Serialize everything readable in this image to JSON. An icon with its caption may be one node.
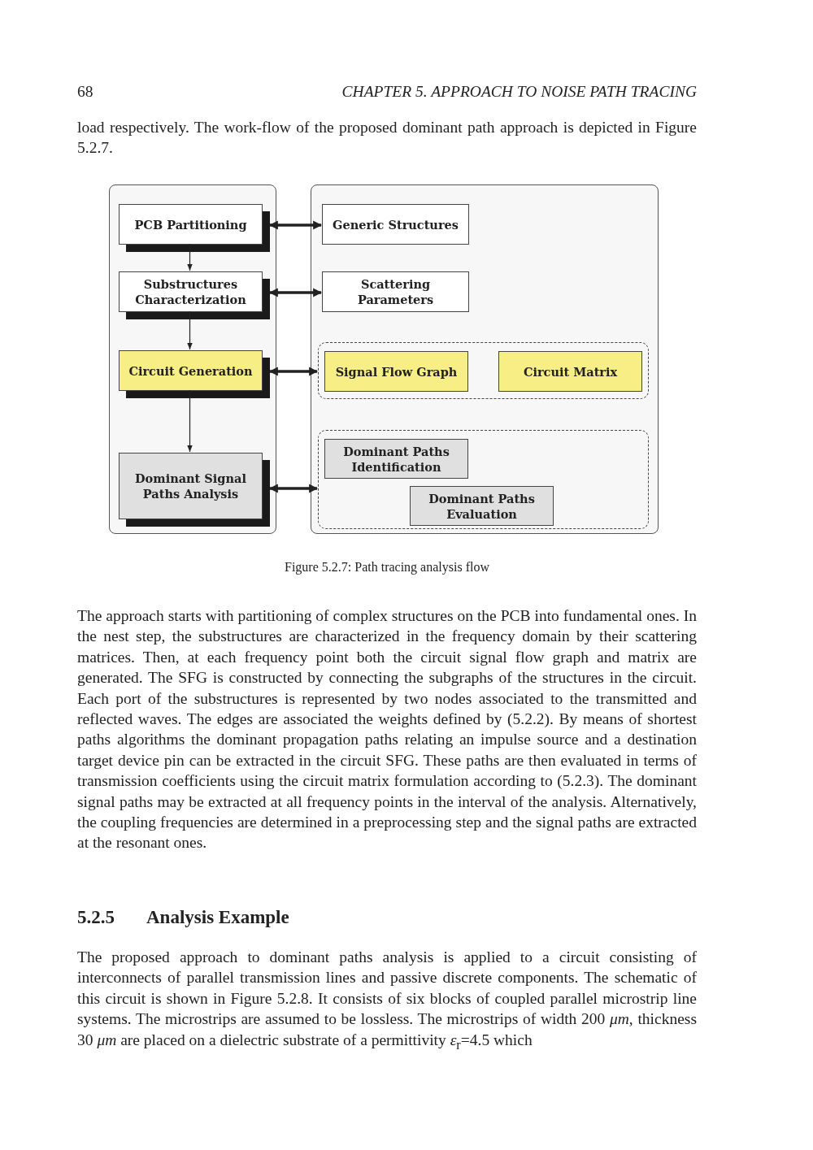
{
  "diagram": {
    "caption": "Figure 5.2.7: Path tracing analysis flow",
    "nodes": [
      {
        "text": [],
        "shape": "box"
      },
      {
        "text": [
          "PCB Partitioning"
        ],
        "in": 0
      },
      {
        "text": [
          "Substructures Characterization"
        ],
        "in": 0
      },
      {
        "text": [
          "Circuit Generation"
        ],
        "in": 0
      },
      {
        "text": [
          "Dominant Signal Paths Analysis"
        ],
        "in": 0
      },
      {
        "text": [],
        "shape": "box"
      },
      {
        "text": [
          "Generic Structures"
        ],
        "in": 5
      },
      {
        "text": [
          "Scattering Parameters"
        ],
        "in": 5
      },
      {
        "text": [],
        "shape": "box",
        "in": 5
      },
      {
        "text": [
          "Signal Flow Graph"
        ],
        "in": 8
      },
      {
        "text": [
          "Circuit Matrix"
        ],
        "in": 8
      },
      {
        "text": [],
        "shape": "box",
        "in": 5
      },
      {
        "text": [
          "Dominant Paths Identification"
        ],
        "in": 11
      },
      {
        "text": [
          "Dominant Paths Evaluation"
        ],
        "in": 11
      }
    ],
    "edges": [
      {
        "from": 1,
        "to": 2,
        "arrow": "to"
      },
      {
        "from": 2,
        "to": 3,
        "arrow": "to"
      },
      {
        "from": 3,
        "to": 4,
        "arrow": "to"
      },
      {
        "from": 1,
        "to": 6,
        "arrow": "both"
      },
      {
        "from": 2,
        "to": 7,
        "arrow": "both"
      },
      {
        "from": 3,
        "to": 8,
        "arrow": "both"
      },
      {
        "from": 4,
        "to": 11,
        "arrow": "both"
      }
    ],
    "labels": [
      "68",
      "*CHAPTER 5.  APPROACH TO NOISE PATH TRACING*",
      "load respectively. The work-flow of the proposed dominant path approach is depicted in Figure 5.2.7.",
      "The approach starts with partitioning of complex structures on the PCB into fundamental ones. In the nest step, the substructures are characterized in the frequency domain by their scattering matrices. Then, at each frequency point both the circuit signal flow graph and matrix are generated. The SFG is constructed by connecting the subgraphs of the structures in the circuit. Each port of the substructures is represented by two nodes associated to the transmitted and reflected waves. The edges are associated the weights defined by (5.2.2). By means of shortest paths algorithms the dominant propagation paths relating an impulse source and a destination target device pin can be extracted in the circuit SFG. These paths are then evaluated in terms of transmission coefficients using the circuit matrix formulation according to (5.2.3). The dominant signal paths may be extracted at all frequency points in the interval of the analysis. Alternatively, the coupling frequencies are determined in a preprocessing step and the signal paths are extracted at the resonant ones.",
      "5.2.5",
      "Analysis Example",
      "The proposed approach to dominant paths analysis is applied to a circuit consisting of interconnects of parallel transmission lines and passive discrete components. The schematic of this circuit is shown in Figure 5.2.8. It consists of six blocks of coupled parallel microstrip line systems. The microstrips are assumed to be lossless. The microstrips of width 200 *μm*, thickness 30 *μm* are placed on a dielectric substrate of a permittivity *ε*$_{r}$=4.5 which"
    ]
  }
}
